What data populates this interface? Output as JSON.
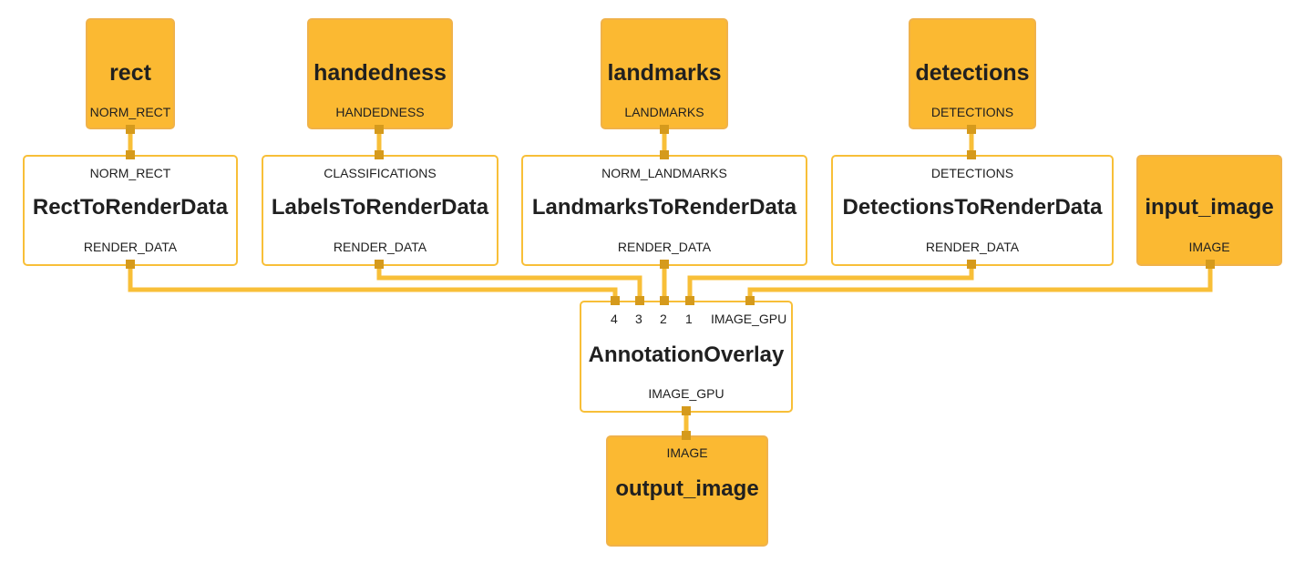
{
  "colors": {
    "stream_fill": "#fbb932",
    "calculator_border": "#f8bf38",
    "edge": "#f8bf38",
    "port": "#d59a1c"
  },
  "streams": {
    "rect": {
      "title": "rect",
      "output_tag": "NORM_RECT"
    },
    "handedness": {
      "title": "handedness",
      "output_tag": "HANDEDNESS"
    },
    "landmarks": {
      "title": "landmarks",
      "output_tag": "LANDMARKS"
    },
    "detections": {
      "title": "detections",
      "output_tag": "DETECTIONS"
    },
    "input_image": {
      "title": "input_image",
      "output_tag": "IMAGE"
    },
    "output_image": {
      "title": "output_image",
      "input_tag": "IMAGE"
    }
  },
  "calculators": {
    "rect_to_render": {
      "title": "RectToRenderData",
      "input_tag": "NORM_RECT",
      "output_tag": "RENDER_DATA"
    },
    "labels_to_render": {
      "title": "LabelsToRenderData",
      "input_tag": "CLASSIFICATIONS",
      "output_tag": "RENDER_DATA"
    },
    "landmarks_to_render": {
      "title": "LandmarksToRenderData",
      "input_tag": "NORM_LANDMARKS",
      "output_tag": "RENDER_DATA"
    },
    "detections_to_render": {
      "title": "DetectionsToRenderData",
      "input_tag": "DETECTIONS",
      "output_tag": "RENDER_DATA"
    },
    "annotation_overlay": {
      "title": "AnnotationOverlay",
      "input_ports": [
        "4",
        "3",
        "2",
        "1"
      ],
      "image_input_tag": "IMAGE_GPU",
      "output_tag": "IMAGE_GPU"
    }
  }
}
